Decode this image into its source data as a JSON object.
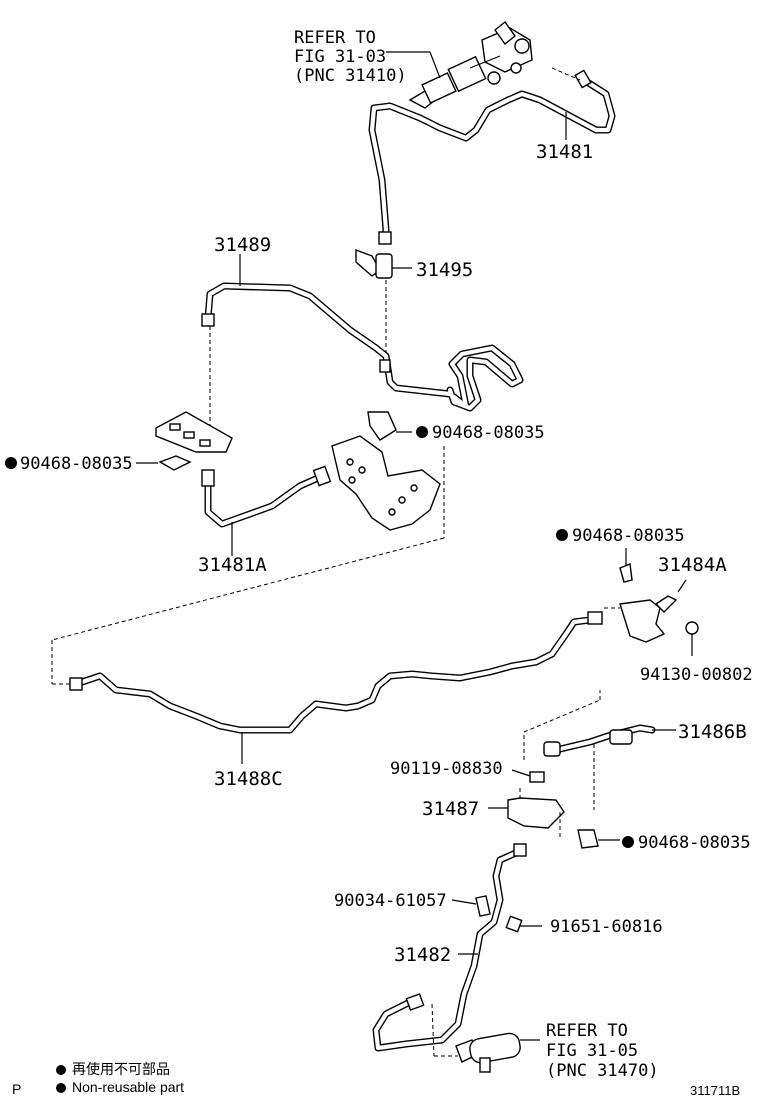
{
  "callouts": {
    "refer_top": [
      "REFER TO",
      "FIG 31-03",
      "(PNC 31410)"
    ],
    "refer_bottom": [
      "REFER TO",
      "FIG 31-05",
      "(PNC 31470)"
    ]
  },
  "parts": {
    "p31481": "31481",
    "p31489": "31489",
    "p31495": "31495",
    "clip_upper_right": "90468-08035",
    "clip_upper_left": "90468-08035",
    "p31481A": "31481A",
    "clip_mid_right": "90468-08035",
    "p31484A": "31484A",
    "p94130": "94130-00802",
    "p31486B": "31486B",
    "p90119": "90119-08830",
    "p31487": "31487",
    "clip_lower_right": "90468-08035",
    "p31488C": "31488C",
    "p90034": "90034-61057",
    "p91651": "91651-60816",
    "p31482": "31482"
  },
  "legend": {
    "jp": "再使用不可部品",
    "en": "Non-reusable part"
  },
  "footer": {
    "page_letter": "P",
    "figure_code": "311711B"
  }
}
